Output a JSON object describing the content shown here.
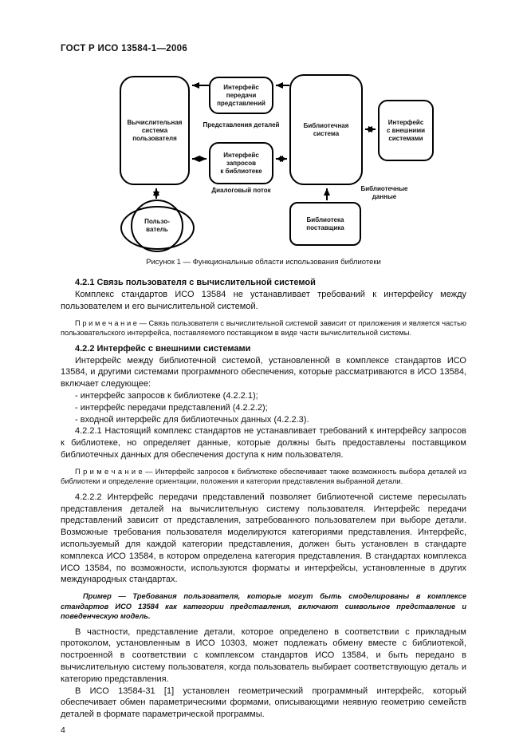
{
  "page": {
    "header": "ГОСТ Р ИСО 13584-1—2006",
    "page_number": "4"
  },
  "figure": {
    "caption": "Рисунок 1 — Функциональные области использования библиотеки",
    "boxes": {
      "user_system": "Вычислительная\nсистема\nпользователя",
      "transfer_interface": "Интерфейс\nпередачи\nпредставлений",
      "query_interface": "Интерфейс\nзапросов\nк библиотеке",
      "library_system": "Библиотечная\nсистема",
      "external_interface": "Интерфейс\nс внешними\nсистемами",
      "supplier_library": "Библиотека\nпоставщика",
      "user": "Пользо-\nватель"
    },
    "labels": {
      "parts_representations": "Представления деталей",
      "dialog_flow": "Диалоговый поток",
      "library_data": "Библиотечные\nданные"
    }
  },
  "content": {
    "heading_421": "4.2.1 Связь пользователя с вычислительной системой",
    "para_421": "Комплекс стандартов ИСО 13584 не устанавливает требований к интерфейсу между пользователем и его вычислительной системой.",
    "note_421": "П р и м е ч а н и е — Связь пользователя с вычислительной системой зависит от приложения и является частью пользовательского интерфейса, поставляемого поставщиком в виде части вычислительной системы.",
    "heading_422": "4.2.2 Интерфейс с внешними системами",
    "para_422_intro": "Интерфейс между библиотечной системой, установленной в комплексе стандартов ИСО 13584, и другими системами программного обеспечения, которые рассматриваются в ИСО 13584, включает следующее:",
    "list_422": [
      "- интерфейс запросов к библиотеке (4.2.2.1);",
      "- интерфейс передачи представлений (4.2.2.2);",
      "- входной интерфейс для библиотечных данных (4.2.2.3)."
    ],
    "para_4221": "4.2.2.1 Настоящий комплекс стандартов не устанавливает требований к интерфейсу запросов к библиотеке, но определяет данные, которые должны быть предоставлены поставщиком библиотечных данных для обеспечения доступа к ним пользователя.",
    "note_4221": "П р и м е ч а н и е — Интерфейс запросов к библиотеке обеспечивает также возможность выбора деталей из библиотеки и определение ориентации, положения и категории представления выбранной детали.",
    "para_4222": "4.2.2.2 Интерфейс передачи представлений позволяет библиотечной системе пересылать представления деталей на вычислительную систему пользователя. Интерфейс передачи представлений зависит от представления, затребованного пользователем при выборе детали. Возможные требования пользователя моделируются категориями представления. Интерфейс, используемый для каждой категории представления, должен быть установлен в стандарте комплекса ИСО 13584, в котором определена категория представления. В стандартах комплекса ИСО 13584, по возможности, используются форматы и интерфейсы, установленные в других международных стандартах.",
    "example": "Пример — Требования пользователя, которые могут быть смоделированы в комплексе стандартов ИСО 13584 как категории представления, включают символьное представление и поведенческую модель.",
    "para_final_1": "В частности, представление детали, которое определено в соответствии с прикладным протоколом, установленным в ИСО 10303, может подлежать обмену вместе с библиотекой, построенной в соответствии с комплексом стандартов ИСО 13584, и быть передано в вычислительную систему пользователя, когда пользователь выбирает соответствующую деталь и категорию представления.",
    "para_final_2": "В ИСО 13584-31 [1] установлен геометрический программный интерфейс, который обеспечивает обмен параметрическими формами, описывающими неявную геометрию семейств деталей в формате параметрической программы."
  }
}
